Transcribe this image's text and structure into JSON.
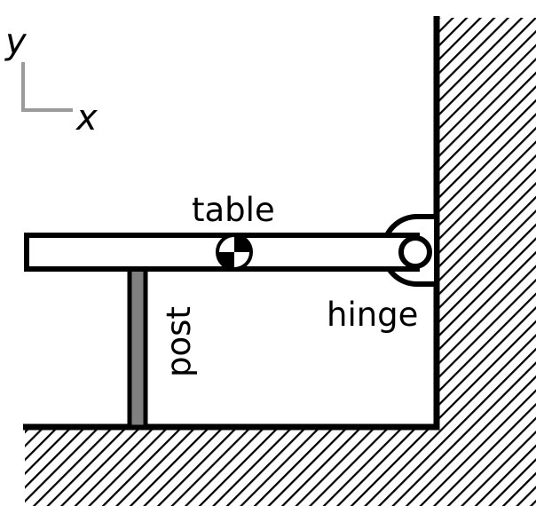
{
  "axes": {
    "y_label": "y",
    "x_label": "x",
    "color": "#9a9a9a"
  },
  "labels": {
    "table": "table",
    "hinge": "hinge",
    "post": "post"
  },
  "colors": {
    "outline": "#000000",
    "post_fill": "#808080",
    "background": "#ffffff"
  }
}
